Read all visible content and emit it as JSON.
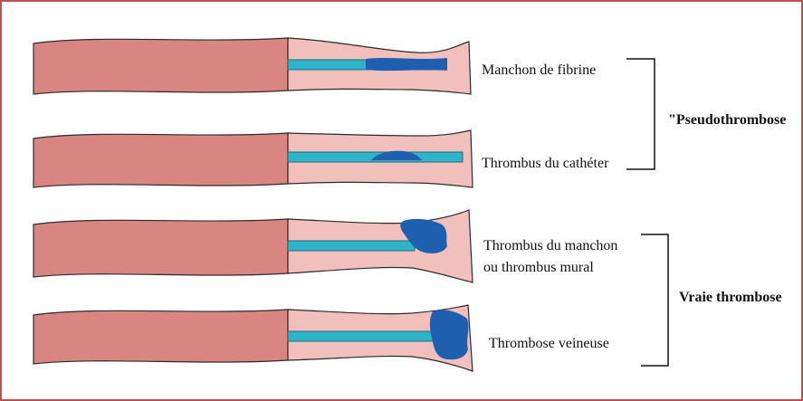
{
  "colors": {
    "border": "#c0504d",
    "vessel_wide": "#d98683",
    "vessel_narrow": "#f2c0bc",
    "vessel_stroke": "#2b2b2b",
    "catheter": "#2fb3c9",
    "thrombus": "#1f5fb0"
  },
  "rows": [
    {
      "label_lines": [
        "Manchon de fibrine"
      ],
      "thrombus_kind": "sleeve"
    },
    {
      "label_lines": [
        "Thrombus du cathéter"
      ],
      "thrombus_kind": "tip"
    },
    {
      "label_lines": [
        "Thrombus du manchon",
        "ou thrombus mural"
      ],
      "thrombus_kind": "mural"
    },
    {
      "label_lines": [
        "Thrombose veineuse"
      ],
      "thrombus_kind": "venous"
    }
  ],
  "groups": [
    {
      "label": "\"Pseudothrombose"
    },
    {
      "label": "Vraie thrombose"
    }
  ]
}
